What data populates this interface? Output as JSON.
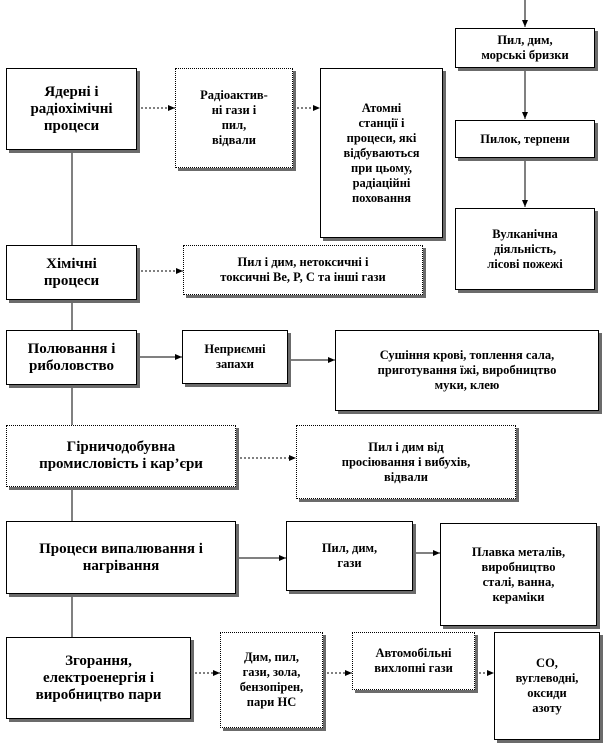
{
  "process_chain": [
    {
      "id": "nuclear",
      "label": "Ядерні і\nрадіохімічні\nпроцеси"
    },
    {
      "id": "chemical",
      "label": "Хімічні\nпроцеси"
    },
    {
      "id": "hunting",
      "label": "Полювання і\nриболовство"
    },
    {
      "id": "mining",
      "label": "Гірничодобувна\nпромисловість і кар’єри"
    },
    {
      "id": "firing",
      "label": "Процеси випалювання і\nнагрівання"
    },
    {
      "id": "combustion",
      "label": "Згорання,\nелектроенергія і\nвиробництво пари"
    }
  ],
  "emissions": {
    "nuclear": "Радіоактив-\nні гази і\nпил,\nвідвали",
    "chemical": "Пил і дим, нетоксичні і\nтоксичні Be, P, C та інші гази",
    "hunting": "Неприємні\nзапахи",
    "mining": "Пил і дим від\nпросіювання і вибухів,\nвідвали",
    "firing": "Пил, дим,\nгази",
    "combustion": "Дим, пил,\nгази, зола,\nбензопірен,\nпари HC"
  },
  "sources": {
    "nuclear": "Атомні\nстанції і\nпроцеси, які\nвідбуваються\nпри цьому,\nрадіаційні\nпоховання",
    "hunting": "Сушіння крові, топлення сала,\nприготування їжі, виробництво\nмуки, клею",
    "firing": "Плавка металів,\nвиробництво\nсталі, ванна,\nкераміки",
    "combustion_exhaust": "Автомобільні\nвихлопні гази",
    "combustion_products": "CO,\nвуглеводні,\nоксиди\nазоту"
  },
  "natural_chain": [
    {
      "id": "dust_smoke",
      "label": "Пил, дим,\nморські бризки"
    },
    {
      "id": "pollen",
      "label": "Пилок, терпени"
    },
    {
      "id": "volcanic",
      "label": "Вулканічна\nдіяльність,\nлісові пожежі"
    }
  ]
}
